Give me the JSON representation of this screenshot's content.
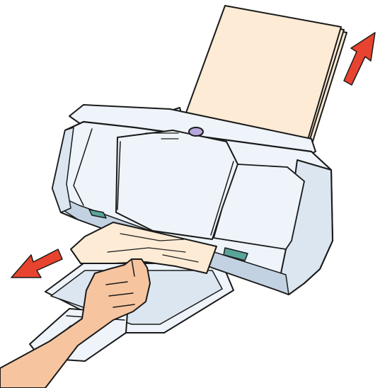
{
  "illustration": {
    "subject": "printer-paper-jam-removal",
    "colors": {
      "background": "#ffffff",
      "outline": "#1a1a1a",
      "paper": "#fdebd5",
      "printer_body": "#eef4fa",
      "printer_shade": "#dbe6f1",
      "printer_dark": "#c3d2e2",
      "button": "#b6a7dc",
      "green_part": "#5aa59a",
      "hand": "#f6c5a0",
      "arrow": "#e8432e"
    },
    "arrows": [
      {
        "name": "pull-paper-up-arrow",
        "direction": "up-right"
      },
      {
        "name": "pull-paper-out-arrow",
        "direction": "down-left"
      }
    ]
  }
}
